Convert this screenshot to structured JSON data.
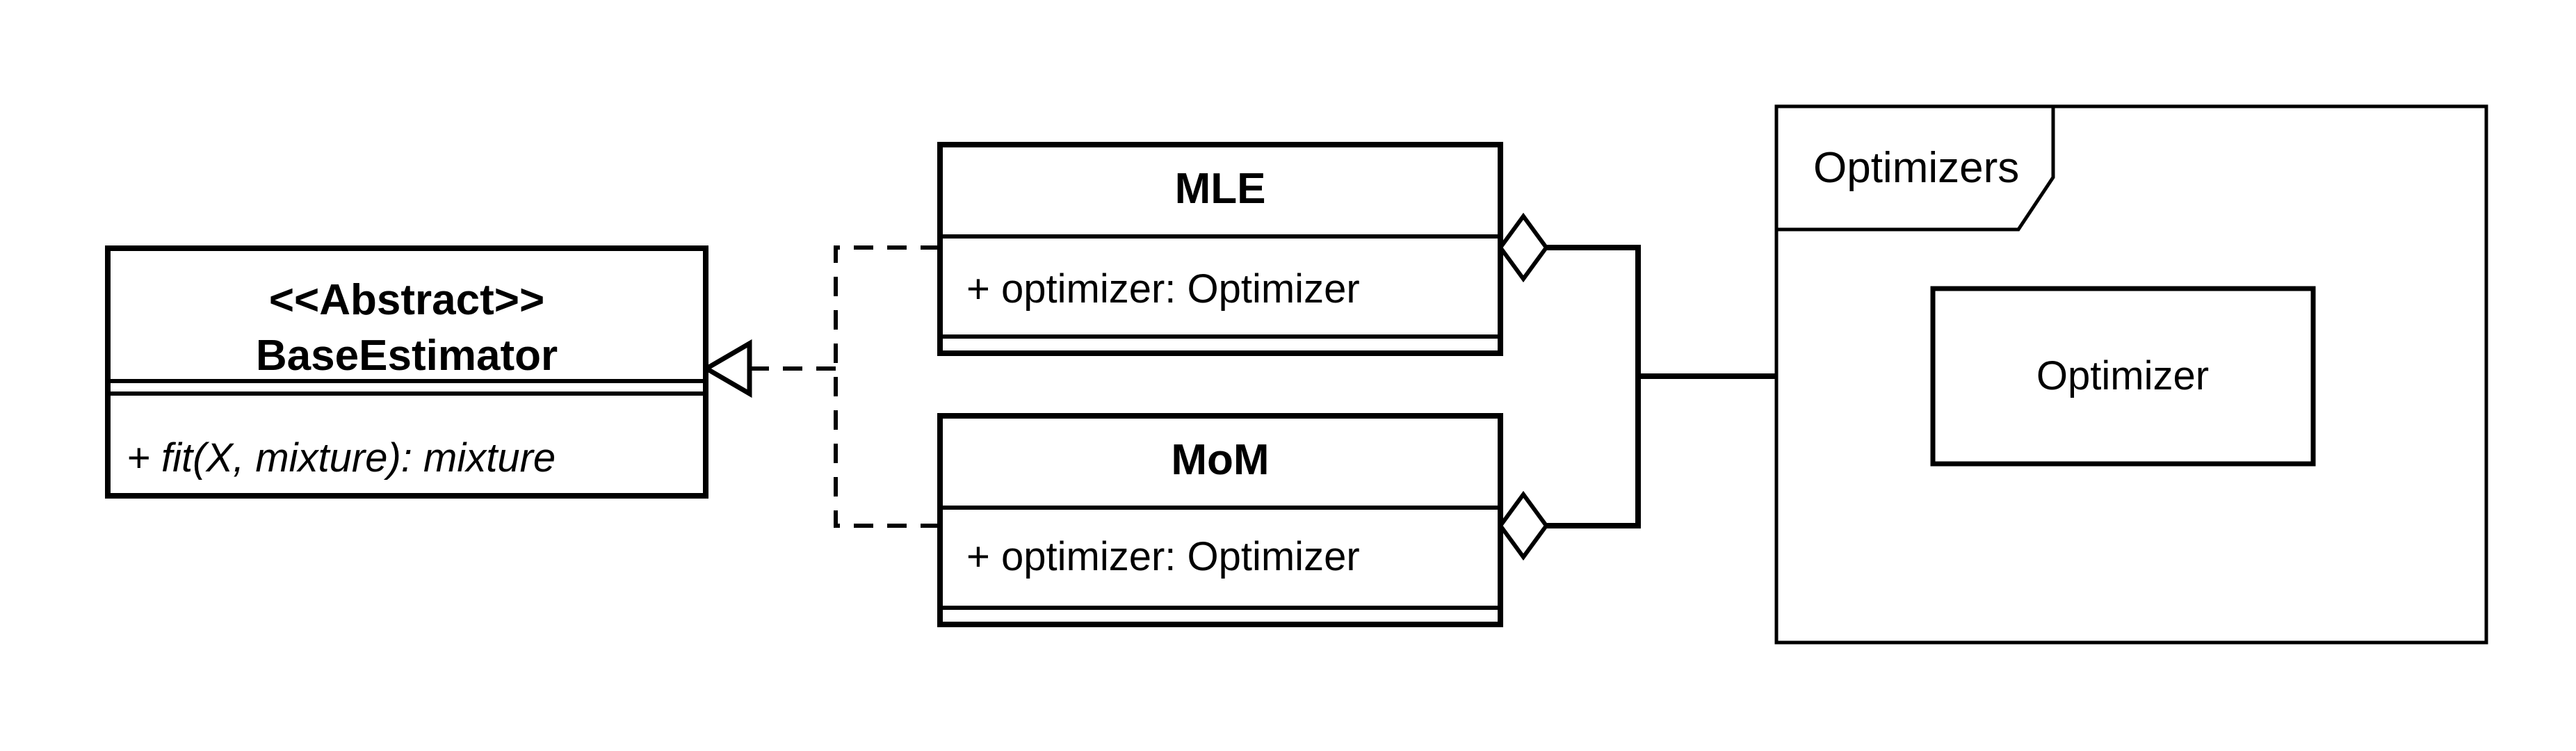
{
  "diagram": {
    "type": "uml-class-diagram",
    "background_color": "#ffffff",
    "line_color": "#000000"
  },
  "classes": {
    "base_estimator": {
      "stereotype": "<<Abstract>>",
      "name": "BaseEstimator",
      "attributes": [],
      "methods": [
        "+ fit(X, mixture): mixture"
      ]
    },
    "mle": {
      "name": "MLE",
      "attributes": [
        "+ optimizer: Optimizer"
      ],
      "methods": []
    },
    "mom": {
      "name": "MoM",
      "attributes": [
        "+ optimizer: Optimizer"
      ],
      "methods": []
    },
    "optimizer": {
      "name": "Optimizer"
    }
  },
  "package": {
    "name": "Optimizers"
  },
  "relationships": [
    {
      "type": "realization",
      "from": "MLE",
      "to": "BaseEstimator",
      "line": "dashed",
      "head": "hollow-triangle"
    },
    {
      "type": "realization",
      "from": "MoM",
      "to": "BaseEstimator",
      "line": "dashed",
      "head": "hollow-triangle"
    },
    {
      "type": "aggregation",
      "from": "MLE",
      "to": "Optimizer",
      "line": "solid",
      "head": "hollow-diamond"
    },
    {
      "type": "aggregation",
      "from": "MoM",
      "to": "Optimizer",
      "line": "solid",
      "head": "hollow-diamond"
    }
  ]
}
